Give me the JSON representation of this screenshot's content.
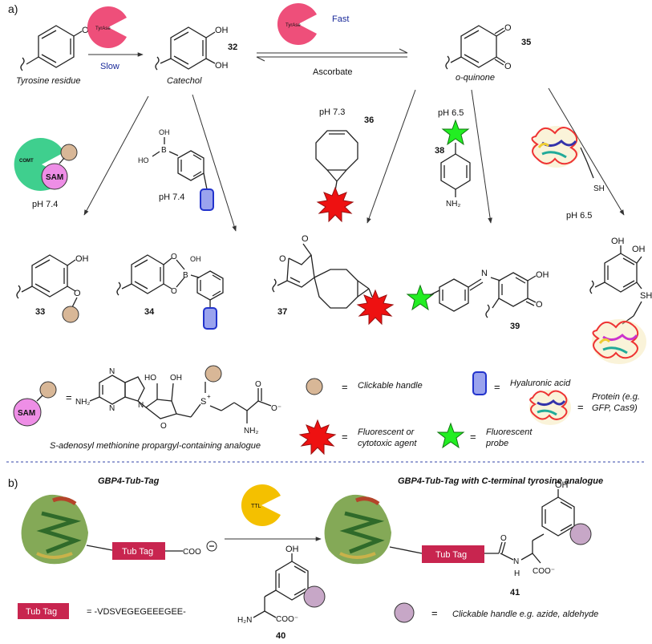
{
  "panels": {
    "a": "a)",
    "b": "b)"
  },
  "top": {
    "tyrosine_label": "Tyrosine residue",
    "catechol_label": "Catechol",
    "catechol_num": "32",
    "oquinone_label": "o-quinone",
    "oquinone_num": "35",
    "slow": "Slow",
    "fast": "Fast",
    "ascorbate": "Ascorbate",
    "tyrase_label": "TyrAse",
    "oh": "OH",
    "o": "O"
  },
  "reagents": {
    "comt_label": "COMT",
    "sam_label": "SAM",
    "ph74_a": "pH 7.4",
    "ph74_b": "pH 7.4",
    "ph73": "pH 7.3",
    "num36": "36",
    "ph65_a": "pH 6.5",
    "num38": "38",
    "ph65_b": "pH 6.5",
    "boronic_oh1": "OH",
    "boronic_b": "B",
    "boronic_ho": "HO",
    "nh2": "NH₂",
    "sh": "SH"
  },
  "products": {
    "num33": "33",
    "num34": "34",
    "num37": "37",
    "num39": "39",
    "p34_b": "B",
    "p34_oh": "OH",
    "n": "N"
  },
  "legend": {
    "equals": "=",
    "sam_structure_caption": "S-adenosyl methionine propargyl-containing analogue",
    "clickable": "Clickable handle",
    "hyaluronic": "Hyaluronic acid",
    "fluor_agent": "Fluorescent or cytotoxic agent",
    "fluor_probe": "Fluorescent probe",
    "protein": "Protein (e.g. GFP, Cas9)",
    "s_plus": "S",
    "coo": "O⁻",
    "nh2": "NH₂",
    "n": "N",
    "ho": "HO",
    "oh": "OH"
  },
  "panel_b": {
    "gbp4_title": "GBP4-Tub-Tag",
    "gbp4_product_title": "GBP4-Tub-Tag with C-terminal tyrosine analogue",
    "tubtag": "Tub Tag",
    "coo": "COO",
    "ttl": "TTL",
    "tubtag_seq": "= -VDSVEGEGEEEGEE-",
    "num40": "40",
    "num41": "41",
    "h2n": "H₂N",
    "coo_minus": "COO⁻",
    "oh": "OH",
    "o": "O",
    "n": "N",
    "h": "H",
    "clickable_b": "Clickable handle e.g. azide, aldehyde"
  },
  "colors": {
    "tyrase": "#ee4f7a",
    "comt": "#3fcf8e",
    "sam": "#ee8ee6",
    "clickable": "#d8b797",
    "hyaluronic": "#9aa3ee",
    "hyaluronic_border": "#2233cc",
    "star_red": "#ee1111",
    "star_green": "#22ee22",
    "tubtag": "#c8254f",
    "ttl": "#f4c000",
    "purple": "#c7a7c7"
  }
}
